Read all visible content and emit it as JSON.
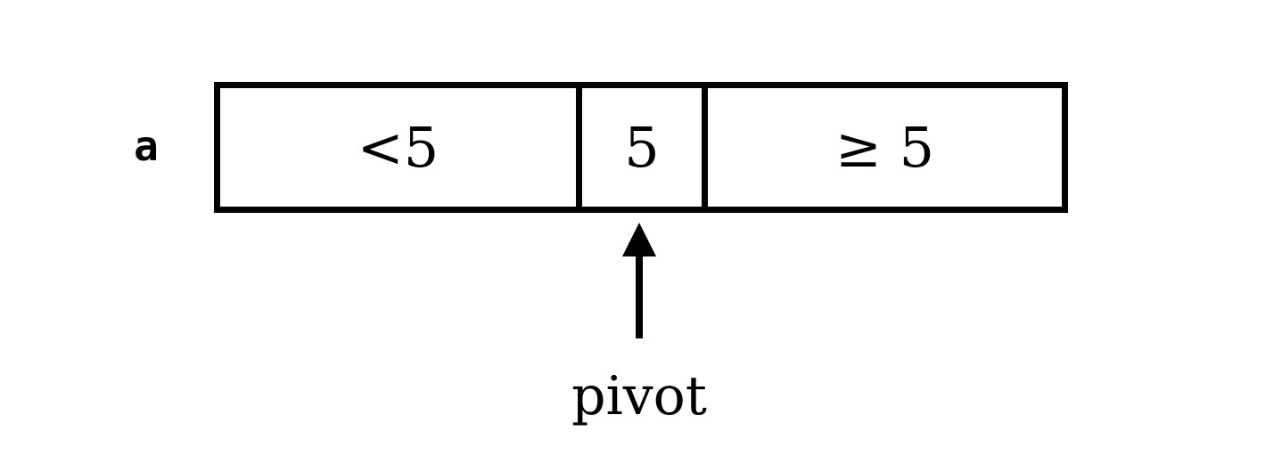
{
  "array": {
    "name": "a",
    "cells": [
      {
        "text": "<5"
      },
      {
        "text": "5"
      },
      {
        "text": "≥ 5"
      }
    ]
  },
  "pointer": {
    "label": "pivot"
  }
}
